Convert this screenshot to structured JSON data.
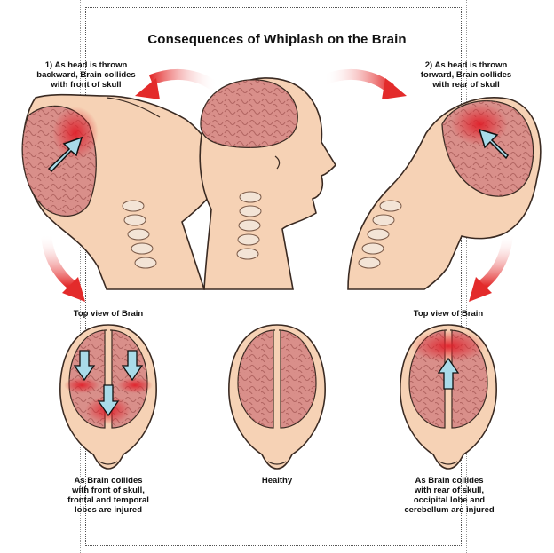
{
  "title": "Consequences of Whiplash on the Brain",
  "panel_left": {
    "caption_lines": [
      "1) As head is thrown",
      "backward, Brain collides",
      "with front of skull"
    ]
  },
  "panel_right": {
    "caption_lines": [
      "2) As head is thrown",
      "forward, Brain collides",
      "with rear of skull"
    ]
  },
  "top_view_left": {
    "heading": "Top view of Brain",
    "caption_lines": [
      "As Brain collides",
      "with front of skull,",
      "frontal and temporal",
      "lobes are injured"
    ]
  },
  "top_view_center": {
    "caption": "Healthy"
  },
  "top_view_right": {
    "heading": "Top view of Brain",
    "caption_lines": [
      "As Brain collides",
      "with rear of skull,",
      "occipital lobe and",
      "cerebellum are injured"
    ]
  },
  "colors": {
    "skin": "#f6d2b5",
    "skin_outline": "#3a2a22",
    "brain": "#d98f8a",
    "brain_dark": "#b96a66",
    "injury": "#e0202a",
    "arrow_red": "#e32b2b",
    "impact_arrow": "#a9dbe9"
  }
}
